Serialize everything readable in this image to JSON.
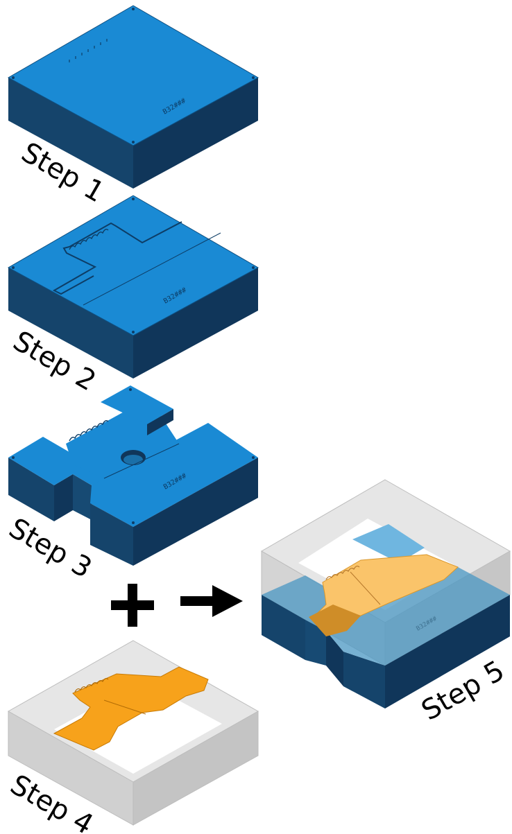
{
  "steps": [
    {
      "label": "Step 1"
    },
    {
      "label": "Step 2"
    },
    {
      "label": "Step 3"
    },
    {
      "label": "Step 4"
    },
    {
      "label": "Step 5"
    }
  ],
  "block_engraving": "B32###",
  "operators": {
    "plus": "plus-sign",
    "arrow": "right-arrow"
  },
  "colors": {
    "block_top": "#1a8ad4",
    "block_left": "#15446b",
    "block_right": "#10365a",
    "insert": "#f7a21b",
    "insert_light": "#fac46a",
    "clear_case": "#d8d8d8",
    "background": "#ffffff"
  }
}
